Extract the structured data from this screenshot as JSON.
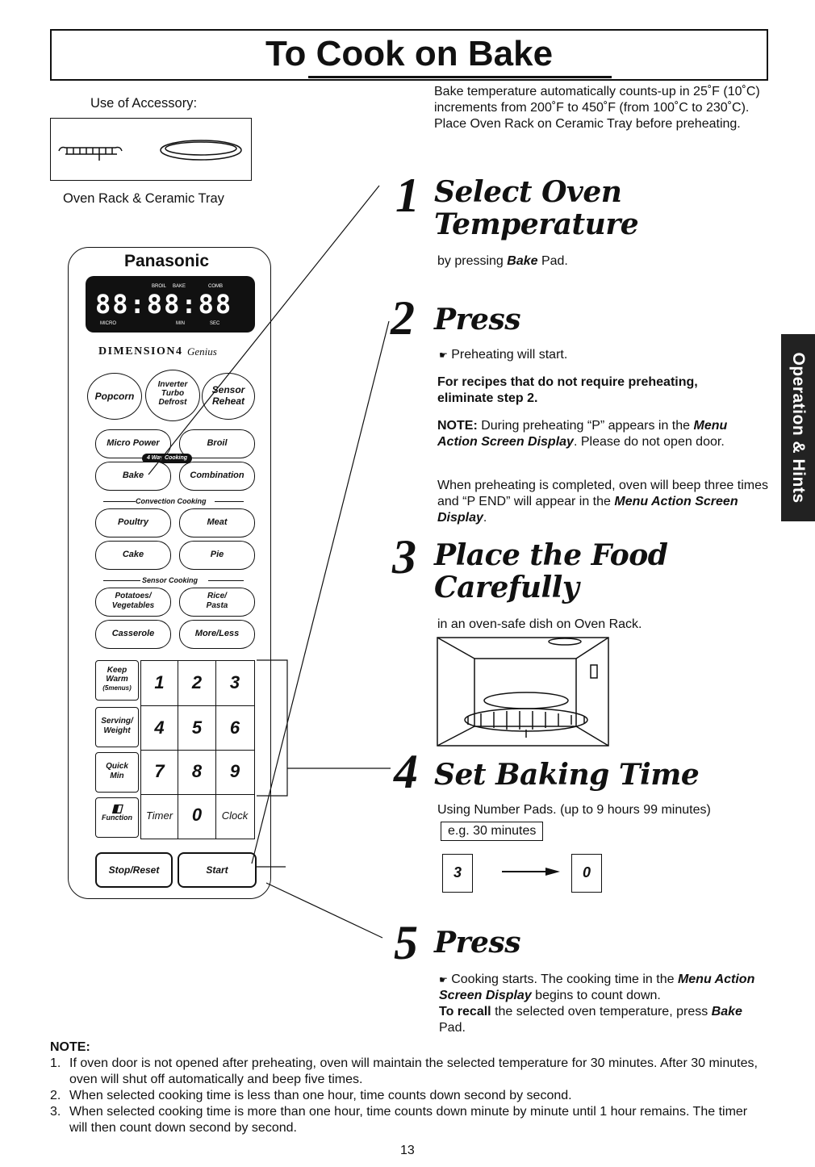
{
  "title": "To Cook on Bake",
  "accessory": {
    "label": "Use of Accessory:",
    "caption": "Oven Rack & Ceramic Tray"
  },
  "intro": "Bake temperature automatically counts-up in 25˚F (10˚C) increments from 200˚F to 450˚F (from 100˚C to 230˚C). Place Oven Rack on Ceramic Tray before preheating.",
  "side_tab": "Operation & Hints",
  "steps": [
    {
      "num": "1",
      "title_l1": "Select Oven",
      "title_l2": "Temperature",
      "text_pre": "by pressing ",
      "text_em": "Bake",
      "text_post": " Pad."
    },
    {
      "num": "2",
      "title_l1": "Press"
    },
    {
      "num": "3",
      "title_l1": "Place the Food",
      "title_l2": "Carefully",
      "text": "in an oven-safe dish on Oven Rack."
    },
    {
      "num": "4",
      "title_l1": "Set Baking Time",
      "text": "Using Number Pads. (up to 9 hours 99 minutes)",
      "example": "e.g. 30 minutes",
      "pad_a": "3",
      "pad_b": "0"
    },
    {
      "num": "5",
      "title_l1": "Press"
    }
  ],
  "step2": {
    "bullet": "Preheating will start.",
    "bold_note": "For recipes that do not require preheating, eliminate step 2.",
    "note_label": "NOTE:",
    "note_pre": " During preheating “P” appears in the ",
    "note_em": "Menu Action Screen Display",
    "note_post": ". Please do not open door.",
    "complete_pre": "When preheating is completed, oven will beep three times and “P END” will appear in the ",
    "complete_em": "Menu Action Screen Display",
    "complete_post": "."
  },
  "step5": {
    "bullet_pre": "Cooking starts. The cooking time in the ",
    "bullet_em": "Menu Action Screen Display",
    "bullet_post": " begins to count down.",
    "recall_label": "To recall",
    "recall_pre": " the selected oven temperature, press ",
    "recall_em": "Bake",
    "recall_post": " Pad."
  },
  "notes": {
    "heading": "NOTE:",
    "items": [
      "If oven door is not opened after preheating, oven will maintain the selected temperature for 30 minutes. After 30 minutes, oven will shut off automatically and beep five times.",
      "When selected cooking time is less than one hour, time counts down second by second.",
      "When selected cooking time is more than one hour, time counts down minute by minute until 1 hour remains. The timer will then count down second by second."
    ]
  },
  "page_number": "13",
  "panel": {
    "brand": "Panasonic",
    "lcd_top": [
      "BROIL",
      "BAKE",
      "COMB"
    ],
    "lcd_digits": "88:88:88",
    "lcd_bottom": [
      "MICRO",
      "MIN",
      "SEC"
    ],
    "model": "DIMENSION4",
    "model_script": "Genius",
    "popcorn": "Popcorn",
    "inverter": [
      "Inverter",
      "Turbo",
      "Defrost"
    ],
    "sensor": [
      "Sensor",
      "Reheat"
    ],
    "micro_power": "Micro Power",
    "broil": "Broil",
    "way_cooking": "4 Way Cooking",
    "bake": "Bake",
    "combination": "Combination",
    "convection": "Convection Cooking",
    "poultry": "Poultry",
    "meat": "Meat",
    "cake": "Cake",
    "pie": "Pie",
    "sensor_cooking": "Sensor Cooking",
    "potatoes": [
      "Potatoes/",
      "Vegetables"
    ],
    "rice": [
      "Rice/",
      "Pasta"
    ],
    "casserole": "Casserole",
    "more_less": "More/Less",
    "keep_warm": [
      "Keep",
      "Warm",
      "(5menus)"
    ],
    "serving": [
      "Serving/",
      "Weight"
    ],
    "quick": [
      "Quick",
      "Min"
    ],
    "function": "Function",
    "digits": [
      "1",
      "2",
      "3",
      "4",
      "5",
      "6",
      "7",
      "8",
      "9"
    ],
    "timer": "Timer",
    "zero": "0",
    "clock": "Clock",
    "stop": "Stop/Reset",
    "start": "Start"
  }
}
